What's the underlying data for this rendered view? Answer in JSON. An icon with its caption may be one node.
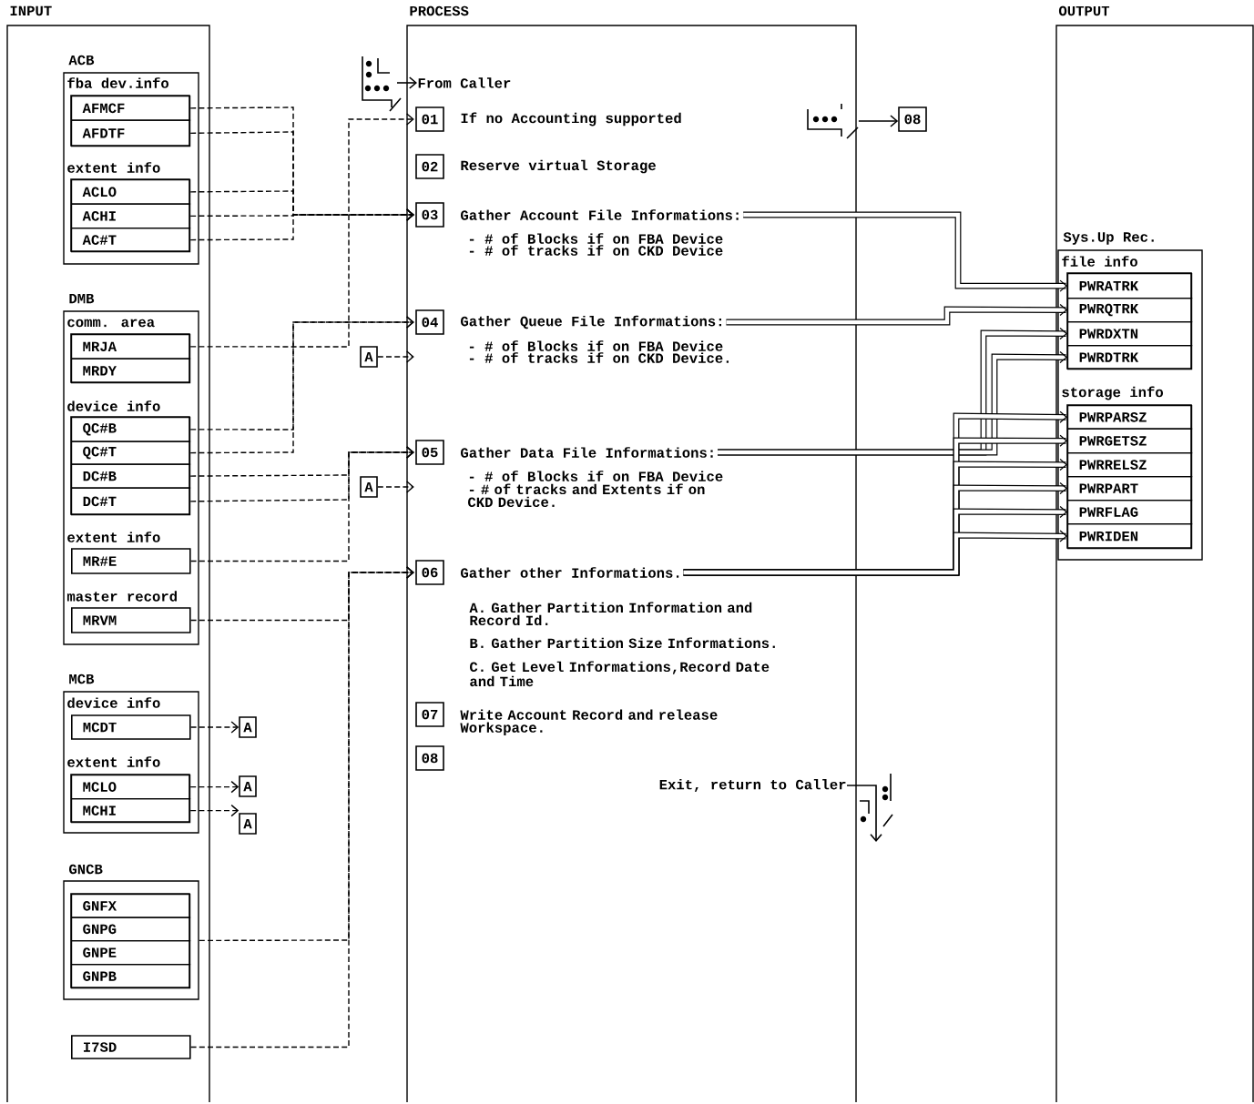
{
  "diagram": {
    "nodes": [
      {
        "text": [
          "INPUT"
        ]
      },
      {
        "text": [
          "ACB",
          "fba dev.info",
          "extent info"
        ],
        "in": 0
      },
      {
        "text": [],
        "shape": "box",
        "in": 1
      },
      {
        "text": [
          "AFMCF"
        ],
        "in": 2
      },
      {
        "text": [
          "AFDTF"
        ],
        "in": 2
      },
      {
        "text": [],
        "shape": "box",
        "in": 1
      },
      {
        "text": [
          "ACLO"
        ],
        "in": 5
      },
      {
        "text": [
          "ACHI"
        ],
        "in": 5
      },
      {
        "text": [
          "AC#T"
        ],
        "in": 5
      },
      {
        "text": [
          "DMB",
          "comm. area",
          "device info",
          "extent info",
          "master record"
        ],
        "in": 0
      },
      {
        "text": [],
        "shape": "box",
        "in": 9
      },
      {
        "text": [
          "MRJA"
        ],
        "in": 10
      },
      {
        "text": [
          "MRDY"
        ],
        "in": 10
      },
      {
        "text": [],
        "shape": "box",
        "in": 9
      },
      {
        "text": [
          "QC#B"
        ],
        "in": 13
      },
      {
        "text": [
          "QC#T"
        ],
        "in": 13
      },
      {
        "text": [
          "DC#B"
        ],
        "in": 13
      },
      {
        "text": [
          "DC#T"
        ],
        "in": 13
      },
      {
        "text": [
          "MR#E"
        ],
        "in": 9
      },
      {
        "text": [
          "MRVM"
        ],
        "in": 9
      },
      {
        "text": [
          "MCB",
          "device info",
          "extent info"
        ],
        "in": 0
      },
      {
        "text": [
          "MCDT"
        ],
        "in": 20
      },
      {
        "text": [],
        "shape": "box",
        "in": 20
      },
      {
        "text": [
          "MCLO"
        ],
        "in": 22
      },
      {
        "text": [
          "MCHI"
        ],
        "in": 22
      },
      {
        "text": [
          "GNCB"
        ],
        "in": 0
      },
      {
        "text": [],
        "shape": "box",
        "in": 25
      },
      {
        "text": [
          "GNFX"
        ],
        "in": 26
      },
      {
        "text": [
          "GNPG"
        ],
        "in": 26
      },
      {
        "text": [
          "GNPE"
        ],
        "in": 26
      },
      {
        "text": [
          "GNPB"
        ],
        "in": 26
      },
      {
        "text": [
          "I7SD"
        ],
        "in": 0
      },
      {
        "text": [
          "A"
        ]
      },
      {
        "text": [
          "A"
        ]
      },
      {
        "text": [
          "A"
        ]
      },
      {
        "text": [
          "A"
        ]
      },
      {
        "text": [
          "A"
        ]
      },
      {
        "text": [
          "PROCESS"
        ]
      },
      {
        "text": [
          "From Caller"
        ],
        "in": 37
      },
      {
        "text": [
          "01",
          "If no Accounting supported"
        ],
        "in": 37
      },
      {
        "text": [
          "02",
          "Reserve virtual Storage"
        ],
        "in": 37
      },
      {
        "text": [
          "03",
          "Gather Account File Informations:",
          "- # of Blocks if on FBA Device",
          "- # of tracks if on CKD Device"
        ],
        "in": 37
      },
      {
        "text": [
          "04",
          "Gather Queue File Informations:",
          "- # of Blocks if on FBA Device",
          "- # of tracks if on CKD Device."
        ],
        "in": 37
      },
      {
        "text": [
          "05",
          "Gather Data File Informations:",
          "- # of Blocks if on FBA Device",
          "- # of tracks and Extents if on CKD Device."
        ],
        "in": 37
      },
      {
        "text": [
          "06",
          "Gather other Informations.",
          "A. Gather Partition Information and Record Id.",
          "B. Gather Partition Size Informations.",
          "C. Get Level Informations,Record Date and Time"
        ],
        "in": 37
      },
      {
        "text": [
          "07",
          "Write Account Record and release Workspace."
        ],
        "in": 37
      },
      {
        "text": [
          "08"
        ],
        "in": 37
      },
      {
        "text": [
          "Exit, return to Caller"
        ],
        "in": 37
      },
      {
        "text": [
          "08"
        ]
      },
      {
        "text": [
          "OUTPUT"
        ]
      },
      {
        "text": [
          "Sys.Up Rec.",
          "file info",
          "storage info"
        ],
        "in": 49
      },
      {
        "text": [],
        "shape": "box",
        "in": 50
      },
      {
        "text": [
          "PWRATRK"
        ],
        "in": 51
      },
      {
        "text": [
          "PWRQTRK"
        ],
        "in": 51
      },
      {
        "text": [
          "PWRDXTN"
        ],
        "in": 51
      },
      {
        "text": [
          "PWRDTRK"
        ],
        "in": 51
      },
      {
        "text": [],
        "shape": "box",
        "in": 50
      },
      {
        "text": [
          "PWRPARSZ"
        ],
        "in": 56
      },
      {
        "text": [
          "PWRGETSZ"
        ],
        "in": 56
      },
      {
        "text": [
          "PWRRELSZ"
        ],
        "in": 56
      },
      {
        "text": [
          "PWRPART"
        ],
        "in": 56
      },
      {
        "text": [
          "PWRFLAG"
        ],
        "in": 56
      },
      {
        "text": [
          "PWRIDEN"
        ],
        "in": 56
      },
      {
        "text": [],
        "shape": "picture",
        "in": 37
      }
    ],
    "edges": [
      {
        "from": 3,
        "to": 41,
        "arrow": "to",
        "style": "dashed"
      },
      {
        "from": 4,
        "to": 41,
        "arrow": "to",
        "style": "dashed"
      },
      {
        "from": 6,
        "to": 41,
        "arrow": "to",
        "style": "dashed"
      },
      {
        "from": 7,
        "to": 41,
        "arrow": "to",
        "style": "dashed"
      },
      {
        "from": 8,
        "to": 41,
        "arrow": "to",
        "style": "dashed"
      },
      {
        "from": 11,
        "to": 39,
        "arrow": "to",
        "style": "dashed"
      },
      {
        "from": 14,
        "to": 42,
        "arrow": "to",
        "style": "dashed"
      },
      {
        "from": 15,
        "to": 42,
        "arrow": "to",
        "style": "dashed"
      },
      {
        "from": 35,
        "to": 42,
        "arrow": "to",
        "style": "dashed"
      },
      {
        "from": 16,
        "to": 43,
        "arrow": "to",
        "style": "dashed"
      },
      {
        "from": 17,
        "to": 43,
        "arrow": "to",
        "style": "dashed"
      },
      {
        "from": 18,
        "to": 43,
        "arrow": "to",
        "style": "dashed"
      },
      {
        "from": 36,
        "to": 43,
        "arrow": "to",
        "style": "dashed"
      },
      {
        "from": 19,
        "to": 44,
        "arrow": "to",
        "style": "dashed"
      },
      {
        "from": 25,
        "to": 44,
        "arrow": "to",
        "style": "dashed"
      },
      {
        "from": 31,
        "to": 44,
        "arrow": "to",
        "style": "dashed"
      },
      {
        "from": 21,
        "to": 32,
        "arrow": "to",
        "style": "dashed"
      },
      {
        "from": 23,
        "to": 33,
        "arrow": "to",
        "style": "dashed"
      },
      {
        "from": 24,
        "to": 34,
        "arrow": "to",
        "style": "dashed"
      },
      {
        "from": null,
        "to": 38,
        "arrow": "to"
      },
      {
        "from": 63,
        "to": 48,
        "arrow": "to"
      },
      {
        "from": 47,
        "to": null,
        "arrow": "to"
      },
      {
        "from": 41,
        "to": 52,
        "arrow": "to",
        "style": "thick"
      },
      {
        "from": 42,
        "to": 53,
        "arrow": "to",
        "style": "thick"
      },
      {
        "from": 43,
        "to": 54,
        "arrow": "to",
        "style": "thick"
      },
      {
        "from": 43,
        "to": 55,
        "arrow": "to",
        "style": "thick"
      },
      {
        "from": 44,
        "to": 57,
        "arrow": "to",
        "style": "thick"
      },
      {
        "from": 44,
        "to": 58,
        "arrow": "to",
        "style": "thick"
      },
      {
        "from": 44,
        "to": 59,
        "arrow": "to",
        "style": "thick"
      },
      {
        "from": 44,
        "to": 60,
        "arrow": "to",
        "style": "thick"
      },
      {
        "from": 44,
        "to": 61,
        "arrow": "to",
        "style": "thick"
      },
      {
        "from": 44,
        "to": 62,
        "arrow": "to",
        "style": "thick"
      }
    ]
  }
}
